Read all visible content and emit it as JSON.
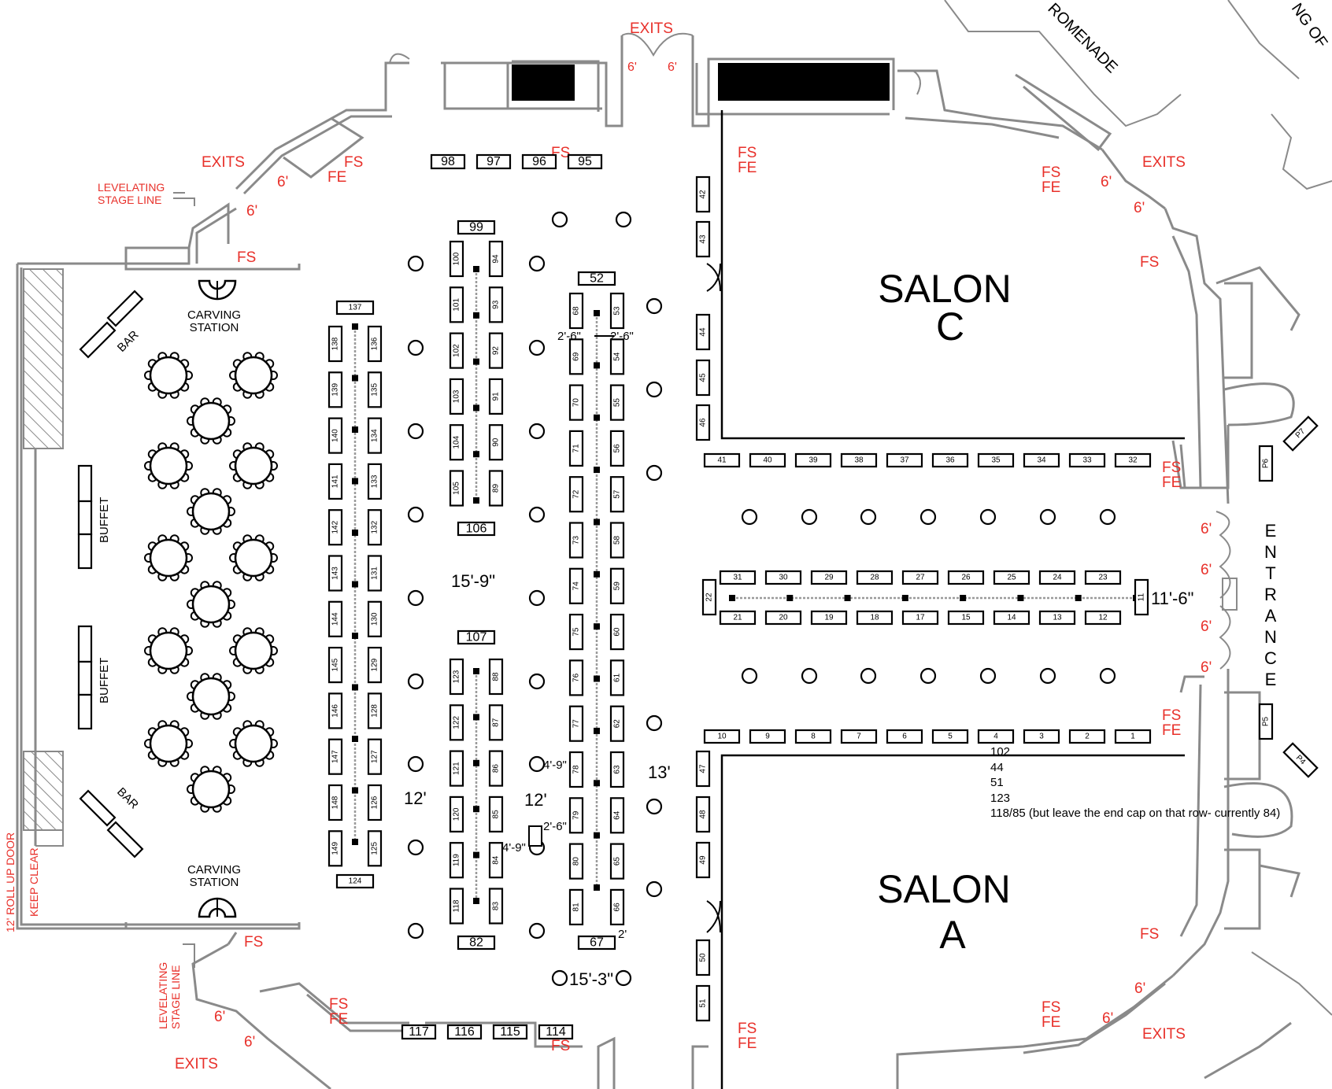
{
  "rooms": {
    "salon_c": {
      "line1": "SALON",
      "line2": "C"
    },
    "salon_a": {
      "line1": "SALON",
      "line2": "A"
    }
  },
  "labels": {
    "exits": "EXITS",
    "fs": "FS",
    "fe": "FE",
    "six_ft": "6'",
    "leveling_line1": "LEVELATING",
    "leveling_line2": "STAGE LINE",
    "carving1": "CARVING",
    "carving2": "STATION",
    "bar": "BAR",
    "buffet": "BUFFET",
    "roll_up_door": "12' ROLL UP DOOR",
    "keep_clear": "KEEP CLEAR",
    "promenade": "ROMENADE",
    "corner_text": "NG OF",
    "entrance": [
      "E",
      "N",
      "T",
      "R",
      "A",
      "N",
      "C",
      "E"
    ]
  },
  "dimensions": {
    "d15_9": "15'-9\"",
    "d12a": "12'",
    "d12b": "12'",
    "d13": "13'",
    "d15_3": "15'-3\"",
    "d11_6": "11'-6\"",
    "d2_6a": "2'-6\"",
    "d2_6b": "2'-6\"",
    "d2_6c": "2'-6\"",
    "d4_9a": "4'-9\"",
    "d4_9b": "4'-9\"",
    "d2": "2'"
  },
  "notes": [
    "102",
    "44",
    "51",
    "123",
    "118/85 (but leave the end cap on that row- currently 84)"
  ],
  "booths": {
    "top_row": [
      "98",
      "97",
      "96",
      "95"
    ],
    "bottom_row": [
      "117",
      "116",
      "115",
      "114"
    ],
    "col1_left": [
      "138",
      "139",
      "140",
      "141",
      "142",
      "143",
      "144",
      "145",
      "146",
      "147",
      "148",
      "149"
    ],
    "col1_right": [
      "136",
      "135",
      "134",
      "133",
      "132",
      "131",
      "130",
      "129",
      "128",
      "127",
      "126",
      "125"
    ],
    "col1_top": "137",
    "col1_bottom": "124",
    "col2a_left": [
      "100",
      "101",
      "102",
      "103",
      "104",
      "105"
    ],
    "col2a_right": [
      "94",
      "93",
      "92",
      "91",
      "90",
      "89"
    ],
    "col2a_top": "99",
    "col2a_bottom": "106",
    "col2b_left": [
      "123",
      "122",
      "121",
      "120",
      "119",
      "118"
    ],
    "col2b_right": [
      "88",
      "87",
      "86",
      "85",
      "84",
      "83"
    ],
    "col2b_top": "107",
    "col2b_bottom": "82",
    "col3_left": [
      "68",
      "69",
      "70",
      "71",
      "72",
      "73",
      "74",
      "75",
      "76",
      "77",
      "78",
      "79",
      "80",
      "81"
    ],
    "col3_right": [
      "53",
      "54",
      "55",
      "56",
      "57",
      "58",
      "59",
      "60",
      "61",
      "62",
      "63",
      "64",
      "65",
      "66"
    ],
    "col3_top": "52",
    "col3_bottom": "67",
    "wall_upper": [
      "42",
      "43",
      "44",
      "45",
      "46"
    ],
    "wall_lower": [
      "47",
      "48",
      "49",
      "50",
      "51"
    ],
    "row_upper": [
      "41",
      "40",
      "39",
      "38",
      "37",
      "36",
      "35",
      "34",
      "33",
      "32"
    ],
    "row_lower": [
      "10",
      "9",
      "8",
      "7",
      "6",
      "5",
      "4",
      "3",
      "2",
      "1"
    ],
    "center_top": [
      "31",
      "30",
      "29",
      "28",
      "27",
      "26",
      "25",
      "24",
      "23"
    ],
    "center_bottom": [
      "21",
      "20",
      "19",
      "18",
      "17",
      "15",
      "14",
      "13",
      "12"
    ],
    "center_left": "22",
    "center_right": "11",
    "p": [
      "P7",
      "P6",
      "P5",
      "P4"
    ]
  }
}
